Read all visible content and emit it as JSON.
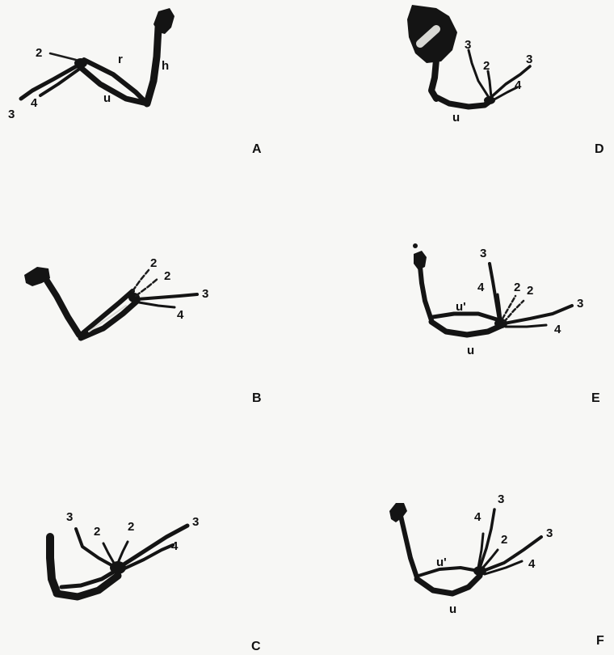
{
  "figure": {
    "background_color": "#f7f7f5",
    "ink_color": "#141414",
    "panels": [
      {
        "id": "A",
        "label": "A",
        "bone_labels": {
          "d2": "2",
          "d3": "3",
          "d4": "4",
          "radius": "r",
          "humerus": "h",
          "ulna": "u"
        }
      },
      {
        "id": "B",
        "label": "B",
        "bone_labels": {
          "d2a": "2",
          "d2b": "2",
          "d3": "3",
          "d4": "4"
        }
      },
      {
        "id": "C",
        "label": "C",
        "bone_labels": {
          "d3a": "3",
          "d2a": "2",
          "d2b": "2",
          "d3b": "3",
          "d4": "4"
        }
      },
      {
        "id": "D",
        "label": "D",
        "bone_labels": {
          "d3a": "3",
          "d2": "2",
          "d3b": "3",
          "d4": "4",
          "ulna": "u"
        }
      },
      {
        "id": "E",
        "label": "E",
        "bone_labels": {
          "d3a": "3",
          "d4a": "4",
          "d2a": "2",
          "d2b": "2",
          "d3b": "3",
          "d4b": "4",
          "ulna_prime": "u'",
          "ulna": "u"
        }
      },
      {
        "id": "F",
        "label": "F",
        "bone_labels": {
          "d3a": "3",
          "d4a": "4",
          "d2": "2",
          "d3b": "3",
          "d4b": "4",
          "ulna_prime": "u'",
          "ulna": "u"
        }
      }
    ]
  }
}
